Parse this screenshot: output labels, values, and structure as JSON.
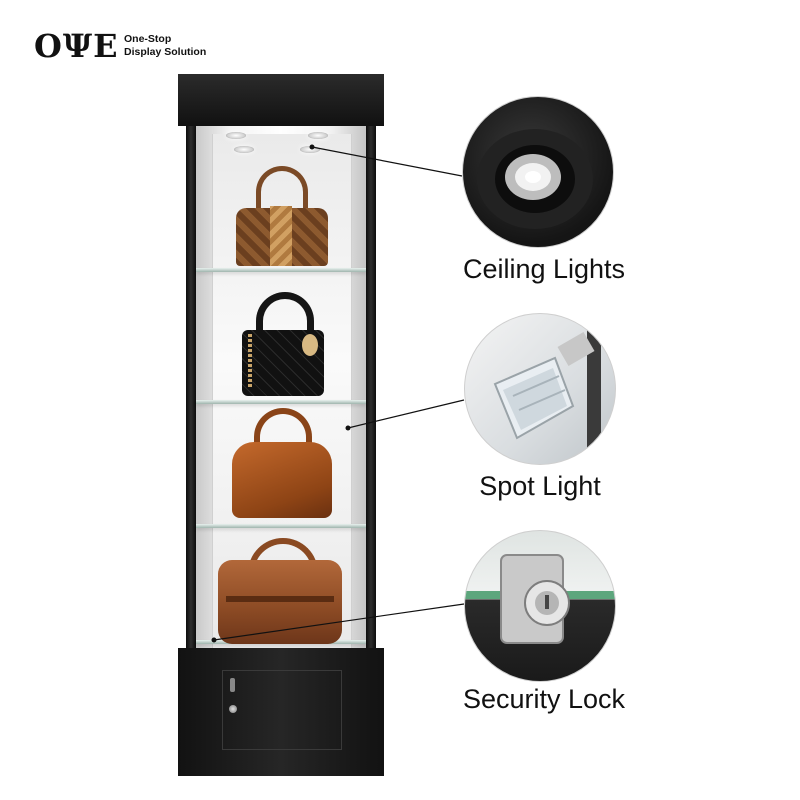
{
  "brand": {
    "logo_text": "OΨE",
    "tagline_line1": "One-Stop",
    "tagline_line2": "Display Solution"
  },
  "colors": {
    "cabinet_frame": "#111111",
    "text": "#111111",
    "bag_brown": "#8a4a22",
    "bag_black": "#141414"
  },
  "product": {
    "shelf_count": 4,
    "displayed_items": [
      "crocodile-handbag",
      "black-quilted-handbag",
      "brown-leather-tote",
      "brown-leather-duffel"
    ]
  },
  "callouts": [
    {
      "label": "Ceiling Lights",
      "icon": "ceiling-light-icon"
    },
    {
      "label": "Spot Light",
      "icon": "spot-light-icon"
    },
    {
      "label": "Security Lock",
      "icon": "security-lock-icon"
    }
  ]
}
